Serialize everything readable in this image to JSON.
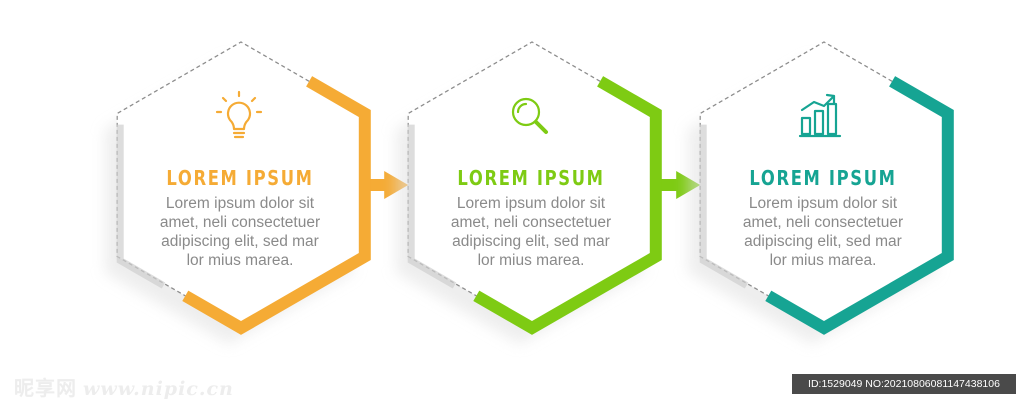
{
  "steps": [
    {
      "title": "LOREM IPSUM",
      "body": [
        "Lorem ipsum dolor sit",
        "amet, neli consectetuer",
        "adipiscing elit, sed mar",
        "lor mius marea."
      ],
      "color": "#f5ab35",
      "icon": "lightbulb-icon"
    },
    {
      "title": "LOREM IPSUM",
      "body": [
        "Lorem ipsum dolor sit",
        "amet, neli consectetuer",
        "adipiscing elit, sed mar",
        "lor mius marea."
      ],
      "color": "#7ecb13",
      "icon": "magnifier-icon"
    },
    {
      "title": "LOREM IPSUM",
      "body": [
        "Lorem ipsum dolor sit",
        "amet, neli consectetuer",
        "adipiscing elit, sed mar",
        "lor mius marea."
      ],
      "color": "#16a493",
      "icon": "bar-chart-icon"
    }
  ],
  "connectors": [
    {
      "from": 0,
      "to": 1,
      "color": "#f5ab35"
    },
    {
      "from": 1,
      "to": 2,
      "color": "#7ecb13"
    }
  ],
  "watermark": {
    "site": "昵享网",
    "url": "www.nipic.cn",
    "id_text": "ID:1529049 NO:20210806081147438106"
  },
  "colors": {
    "dashed": "#8c8c8c",
    "body_text": "#8a8a8a",
    "shadow": "#e0e0e0"
  }
}
